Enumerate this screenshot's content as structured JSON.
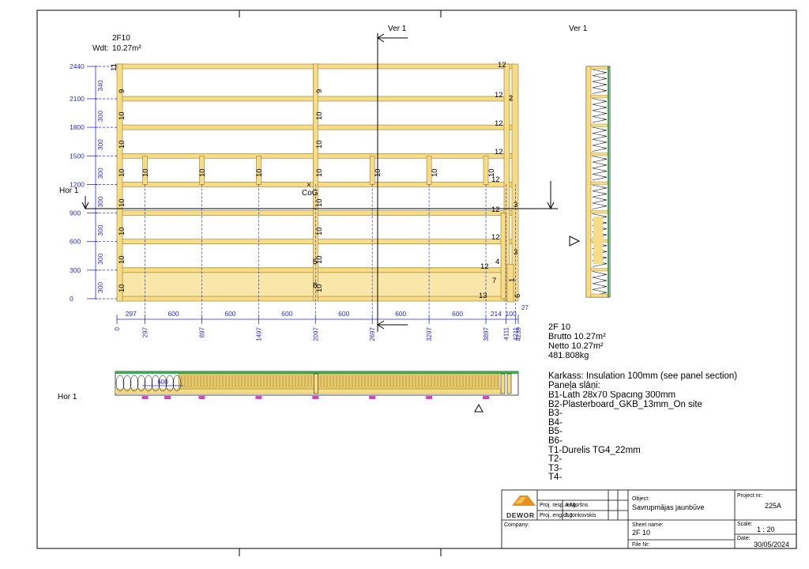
{
  "panel": {
    "name": "2F10",
    "area_label": "Wdt:",
    "area_value": "10.27m²",
    "cog_label": "CoG",
    "cog_mark": "×"
  },
  "sections": {
    "ver_label": "Ver 1",
    "hor_label": "Hor 1"
  },
  "vertical_dims": {
    "levels": [
      "2440",
      "2100",
      "1800",
      "1500",
      "1200",
      "900",
      "600",
      "300",
      "0"
    ],
    "spacings": [
      "340",
      "300",
      "300",
      "300",
      "300",
      "300",
      "300",
      "300"
    ]
  },
  "horizontal_dims": {
    "spacings": [
      "297",
      "600",
      "600",
      "600",
      "600",
      "600",
      "600",
      "214",
      "100"
    ],
    "positions": [
      "0",
      "297",
      "897",
      "1497",
      "2097",
      "2697",
      "3297",
      "3897",
      "4111",
      "4211",
      "4239"
    ],
    "extra_27": "27"
  },
  "member_labels": {
    "n9": "9",
    "n10": "10",
    "n11": "11",
    "n12": "12",
    "n13": "13",
    "n3": "3",
    "n4": "4",
    "n5": "5",
    "n7": "7",
    "n8": "8",
    "n1": "1",
    "n6": "6",
    "n2": "2",
    "h600": "600"
  },
  "summary": {
    "name": "2F 10",
    "brutto": "Brutto 10.27m²",
    "netto": "Netto 10.27m²",
    "weight": "481.808kg"
  },
  "layers": {
    "karkass": "Karkass: Insulation  100mm (see panel section)",
    "heading": "Paneļa slāņi:",
    "items": [
      "B1-Lath 28x70 Spacing 300mm",
      "B2-Plasterboard_GKB_13mm_On site",
      "B3-",
      "B4-",
      "B5-",
      "B6-",
      "T1-Durelis TG4_22mm",
      "T2-",
      "T3-",
      "T4-"
    ]
  },
  "title_block": {
    "logo_text": "DEWOR",
    "proj_resp_label": "Proj. resp. eng:",
    "proj_resp_value": "A.Muršns",
    "proj_eng_label": "Proj. eng/dsg:",
    "proj_eng_value": "J.Jonkovskis",
    "object_label": "Object:",
    "object_value": "Savrupmājas jaunbūve",
    "project_nr_label": "Project nr:",
    "project_nr_value": "225A",
    "company_label": "Company:",
    "sheet_name_label": "Sheet name:",
    "sheet_name_value": "2F 10",
    "scale_label": "Scale:",
    "scale_value": "1 : 20",
    "date_label": "Date:",
    "date_value": "30/05/2024",
    "file_nr_label": "File Nr:"
  },
  "colors": {
    "timber": "#f6dc86",
    "timber_edge": "#9a7b28",
    "dimension": "#2b2bd6",
    "insulation_green": "#2fb24a",
    "marker_pink": "#e040c0"
  }
}
